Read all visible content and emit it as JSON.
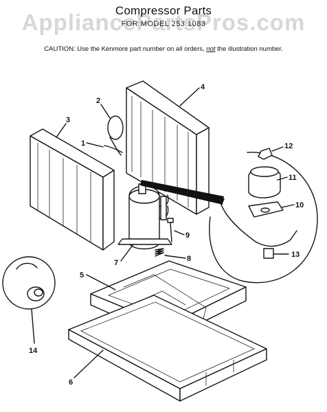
{
  "title": "Compressor Parts",
  "model_line": "FOR MODEL  253.1083",
  "watermark": "AppliancePartsPros.com",
  "caution": {
    "prefix": "CAUTION:  Use the Kenmore part number on all orders,",
    "emphasis": "not",
    "suffix": "the illustration number."
  },
  "callouts": {
    "c1": "1",
    "c2": "2",
    "c3": "3",
    "c4": "4",
    "c5": "5",
    "c6": "6",
    "c7": "7",
    "c8": "8",
    "c9": "9",
    "c10": "10",
    "c11": "11",
    "c12": "12",
    "c13": "13",
    "c14": "14"
  }
}
